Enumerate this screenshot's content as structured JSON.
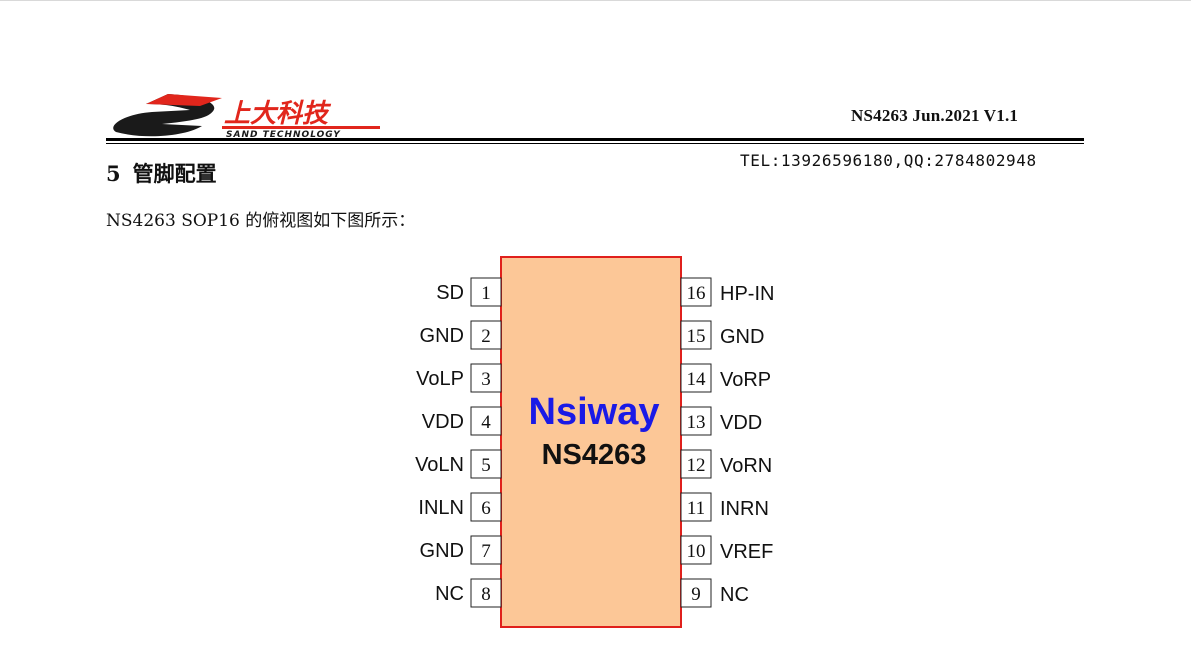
{
  "header": {
    "logo": {
      "name_cn": "上大科技",
      "name_en": "SAND TECHNOLOGY",
      "accent_color": "#e1261c",
      "mark_color": "#1a1a1a"
    },
    "doc_id": "NS4263 Jun.2021 V1.1",
    "contact": "TEL:13926596180,QQ:2784802948"
  },
  "section": {
    "number": "5",
    "title": "管脚配置",
    "intro": "NS4263 SOP16 的俯视图如下图所示："
  },
  "chip": {
    "brand": "Nsiway",
    "part": "NS4263",
    "body_color": "#fcc797",
    "outline_color": "#e0201c",
    "brand_color": "#1a1ae6",
    "left_pins": [
      {
        "num": "1",
        "name": "SD"
      },
      {
        "num": "2",
        "name": "GND"
      },
      {
        "num": "3",
        "name": "VoLP"
      },
      {
        "num": "4",
        "name": "VDD"
      },
      {
        "num": "5",
        "name": "VoLN"
      },
      {
        "num": "6",
        "name": "INLN"
      },
      {
        "num": "7",
        "name": "GND"
      },
      {
        "num": "8",
        "name": "NC"
      }
    ],
    "right_pins": [
      {
        "num": "16",
        "name": "HP-IN"
      },
      {
        "num": "15",
        "name": "GND"
      },
      {
        "num": "14",
        "name": "VoRP"
      },
      {
        "num": "13",
        "name": "VDD"
      },
      {
        "num": "12",
        "name": "VoRN"
      },
      {
        "num": "11",
        "name": "INRN"
      },
      {
        "num": "10",
        "name": "VREF"
      },
      {
        "num": "9",
        "name": "NC"
      }
    ]
  }
}
